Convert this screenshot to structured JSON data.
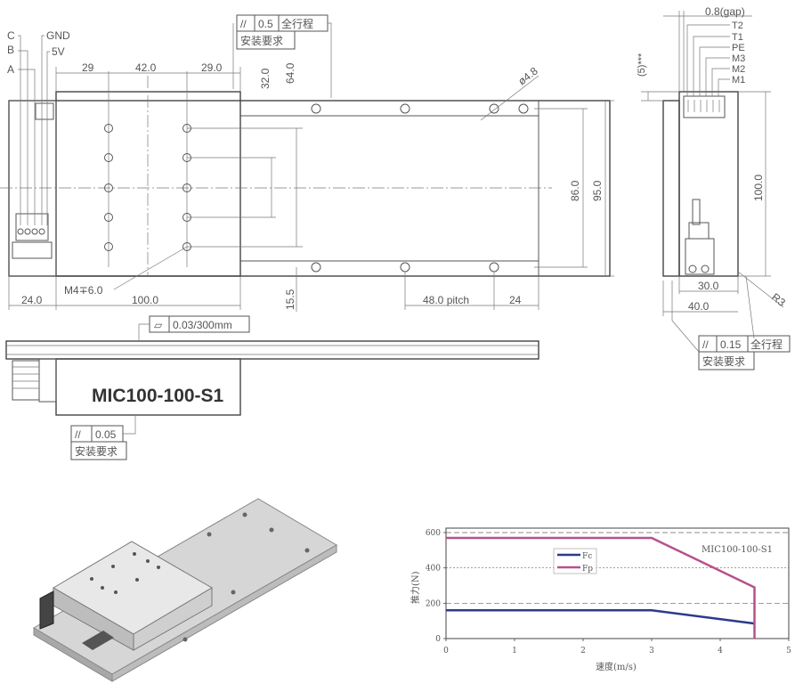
{
  "dims": {
    "d29_left": "29",
    "d42": "42.0",
    "d29_right": "29.0",
    "d32": "32.0",
    "d64": "64.0",
    "d4_8": "ø4.8",
    "d86": "86.0",
    "d95": "95.0",
    "d24_left": "24.0",
    "d100_bottom": "100.0",
    "d15_5": "15.5",
    "d48_pitch": "48.0 pitch",
    "d24_right": "24",
    "d0_8_gap": "0.8(gap)",
    "d5": "(5)***",
    "d100_side": "100.0",
    "d30": "30.0",
    "d40": "40.0",
    "dR3": "R3",
    "thread": "M4∓6.0",
    "model_label": "MIC100-100-S1"
  },
  "connector_left": [
    "C",
    "B",
    "A",
    "GND",
    "5V"
  ],
  "connector_right": [
    "T2",
    "T1",
    "PE",
    "M3",
    "M2",
    "M1"
  ],
  "tolerances": {
    "top": {
      "symbol": "//",
      "value": "0.5",
      "scope": "全行程",
      "note": "安装要求"
    },
    "flatness": {
      "symbol": "▱",
      "value": "0.03/300mm"
    },
    "side": {
      "symbol": "//",
      "value": "0.15",
      "scope": "全行程",
      "note": "安装要求"
    },
    "bottom": {
      "symbol": "//",
      "value": "0.05",
      "note": "安装要求"
    }
  },
  "chart_data": {
    "type": "line",
    "xlabel": "速度(m/s)",
    "ylabel": "推力(N)",
    "xlim": [
      0,
      5
    ],
    "ylim": [
      0,
      600
    ],
    "x_ticks": [
      "0",
      "1",
      "2",
      "3",
      "4",
      "5"
    ],
    "y_ticks": [
      "0",
      "200",
      "400",
      "600"
    ],
    "annotation": "MIC100-100-S1",
    "legend_position": "top-center",
    "series": [
      {
        "name": "Fc",
        "color": "#2b3a8c",
        "x": [
          0,
          3,
          4.5
        ],
        "y": [
          160,
          160,
          85
        ]
      },
      {
        "name": "Fp",
        "color": "#b8508c",
        "x": [
          0,
          3,
          4.5,
          4.5
        ],
        "y": [
          570,
          570,
          290,
          0
        ]
      }
    ]
  }
}
